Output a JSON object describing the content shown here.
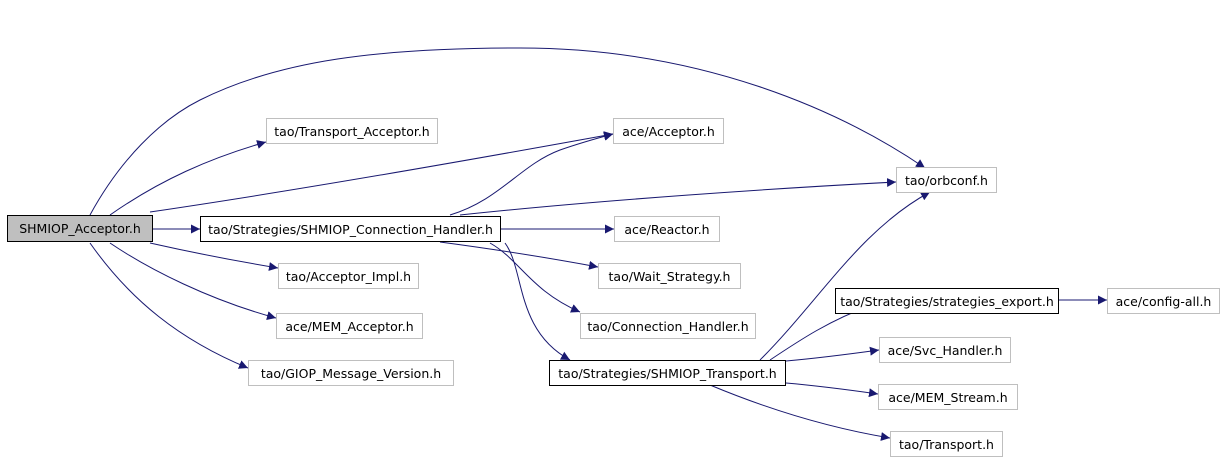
{
  "nodes": {
    "root": "SHMIOP_Acceptor.h",
    "transport_acceptor": "tao/Transport_Acceptor.h",
    "ace_acceptor": "ace/Acceptor.h",
    "orbconf": "tao/orbconf.h",
    "connection_handler_shmiop": "tao/Strategies/SHMIOP_Connection_Handler.h",
    "reactor": "ace/Reactor.h",
    "acceptor_impl": "tao/Acceptor_Impl.h",
    "wait_strategy": "tao/Wait_Strategy.h",
    "strategies_export": "tao/Strategies/strategies_export.h",
    "config_all": "ace/config-all.h",
    "mem_acceptor": "ace/MEM_Acceptor.h",
    "connection_handler": "tao/Connection_Handler.h",
    "svc_handler": "ace/Svc_Handler.h",
    "giop_message_version": "tao/GIOP_Message_Version.h",
    "shmiop_transport": "tao/Strategies/SHMIOP_Transport.h",
    "mem_stream": "ace/MEM_Stream.h",
    "transport": "tao/Transport.h"
  },
  "colors": {
    "edge": "#191970",
    "root_fill": "#bfbfbf",
    "doc_border": "#000000",
    "ext_border": "#bfbfbf"
  }
}
